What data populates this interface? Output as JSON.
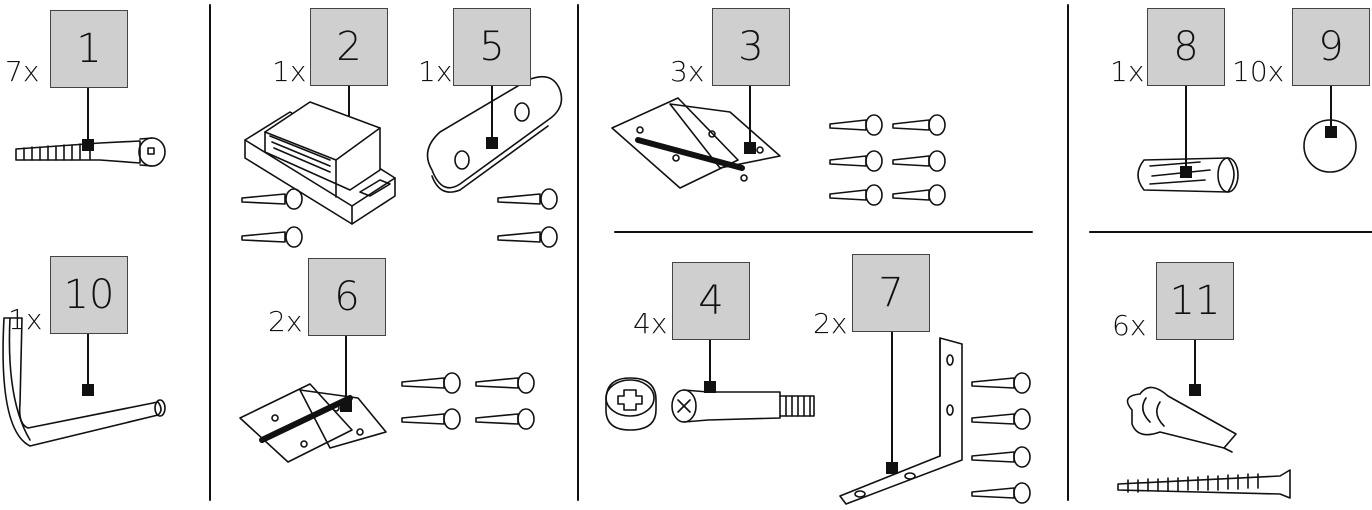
{
  "parts": [
    {
      "number": "1",
      "quantity": "7x"
    },
    {
      "number": "10",
      "quantity": "1x"
    },
    {
      "number": "2",
      "quantity": "1x"
    },
    {
      "number": "5",
      "quantity": "1x"
    },
    {
      "number": "6",
      "quantity": "2x"
    },
    {
      "number": "3",
      "quantity": "3x"
    },
    {
      "number": "4",
      "quantity": "4x"
    },
    {
      "number": "7",
      "quantity": "2x"
    },
    {
      "number": "8",
      "quantity": "1x"
    },
    {
      "number": "9",
      "quantity": "10x"
    },
    {
      "number": "11",
      "quantity": "6x"
    }
  ],
  "colors": {
    "label_fill": "#cfcfcf",
    "line": "#111111",
    "background": "#ffffff"
  }
}
